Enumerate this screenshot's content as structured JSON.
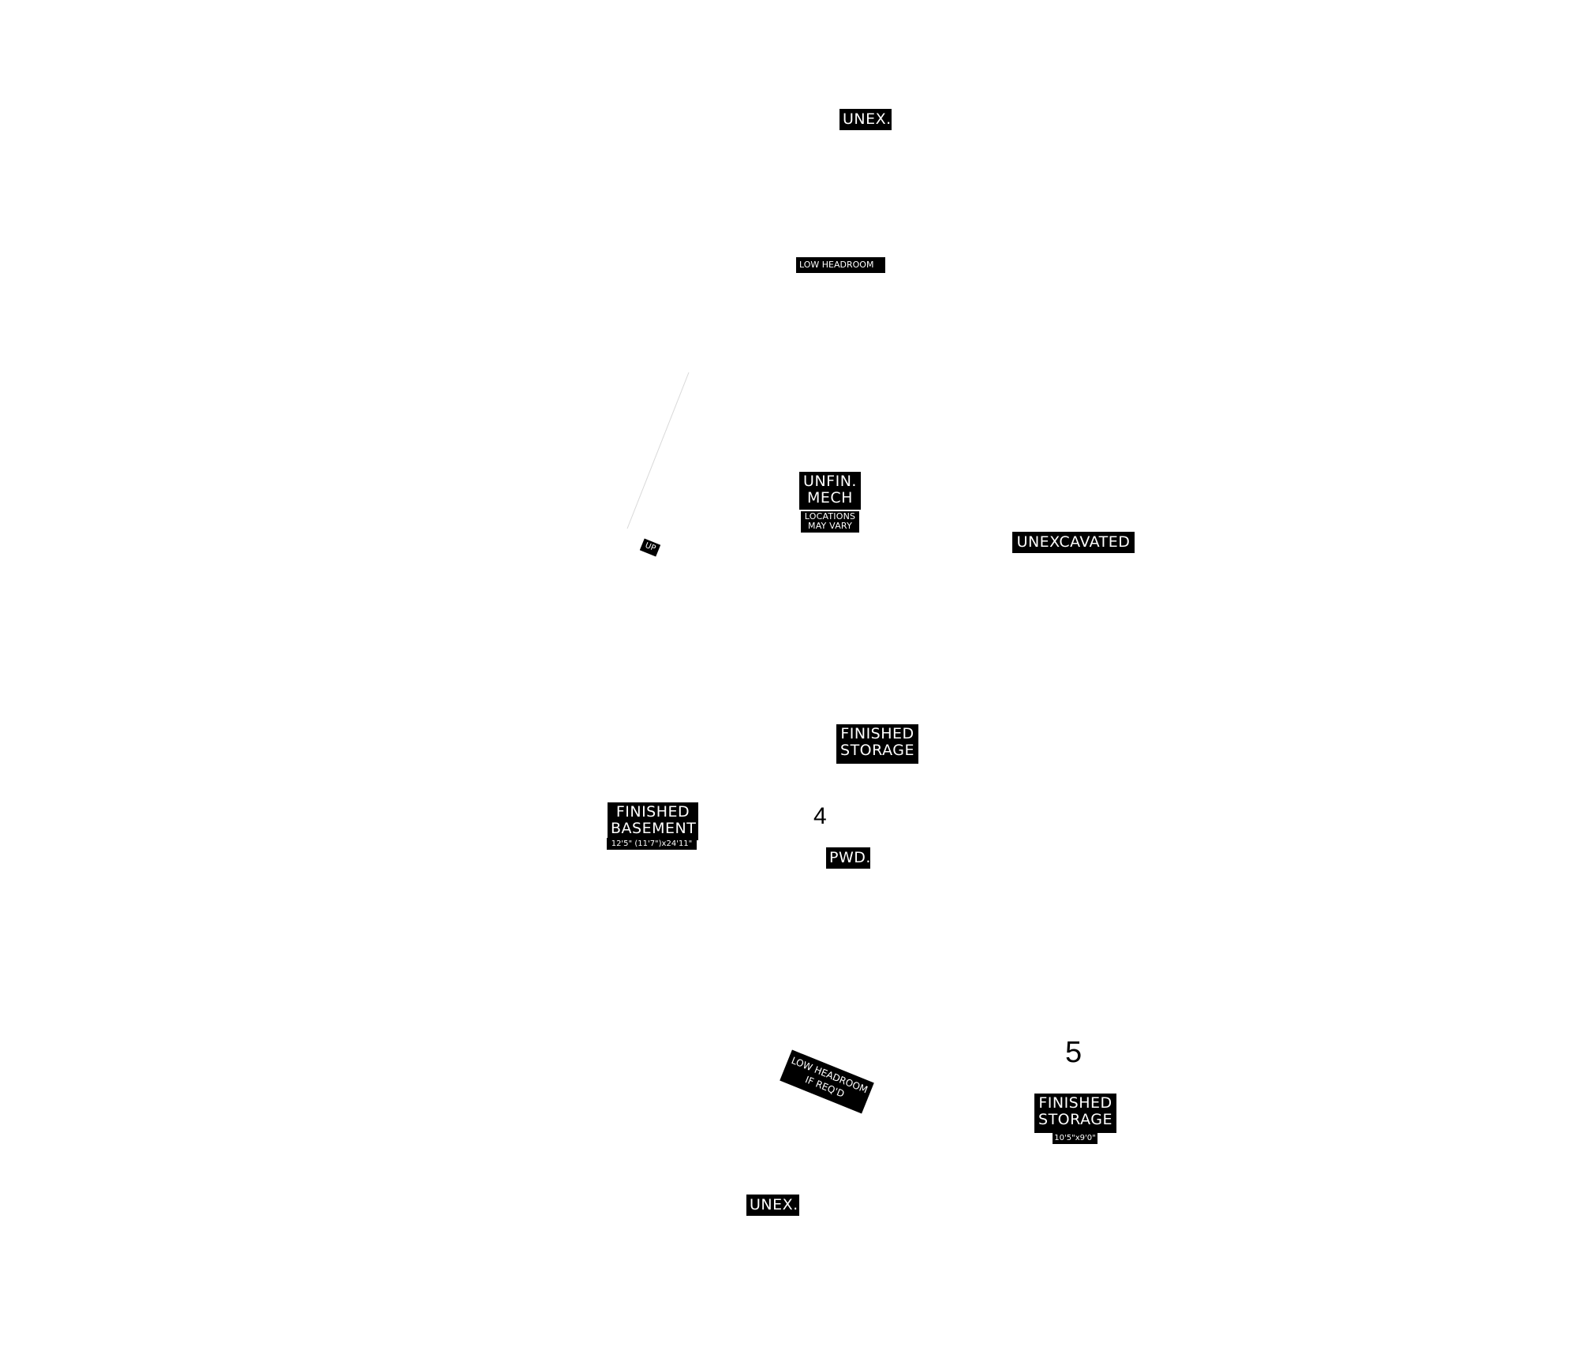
{
  "labels": {
    "unex_top": "UNEX.",
    "low_headroom_top": "LOW HEADROOM",
    "unfin_mech_line1": "UNFIN.",
    "unfin_mech_line2": "MECH",
    "locations_line1": "LOCATIONS",
    "locations_line2": "MAY VARY",
    "up": "UP",
    "unexcavated": "UNEXCAVATED",
    "finished_storage_1_line1": "FINISHED",
    "finished_storage_1_line2": "STORAGE",
    "finished_basement_line1": "FINISHED",
    "finished_basement_line2": "BASEMENT",
    "finished_basement_dims": "12'5\" (11'7\")x24'11\"",
    "number_4": "4",
    "pwd": "PWD.",
    "low_headroom_bottom_line1": "LOW HEADROOM",
    "low_headroom_bottom_line2": "IF REQ'D",
    "number_5": "5",
    "finished_storage_2_line1": "FINISHED",
    "finished_storage_2_line2": "STORAGE",
    "finished_storage_2_dims": "10'5\"x9'0\"",
    "unex_bottom": "UNEX."
  },
  "colors": {
    "label_background": "#000000",
    "label_text": "#ffffff",
    "page_background": "#ffffff",
    "stair_line": "#d9d9d9"
  }
}
